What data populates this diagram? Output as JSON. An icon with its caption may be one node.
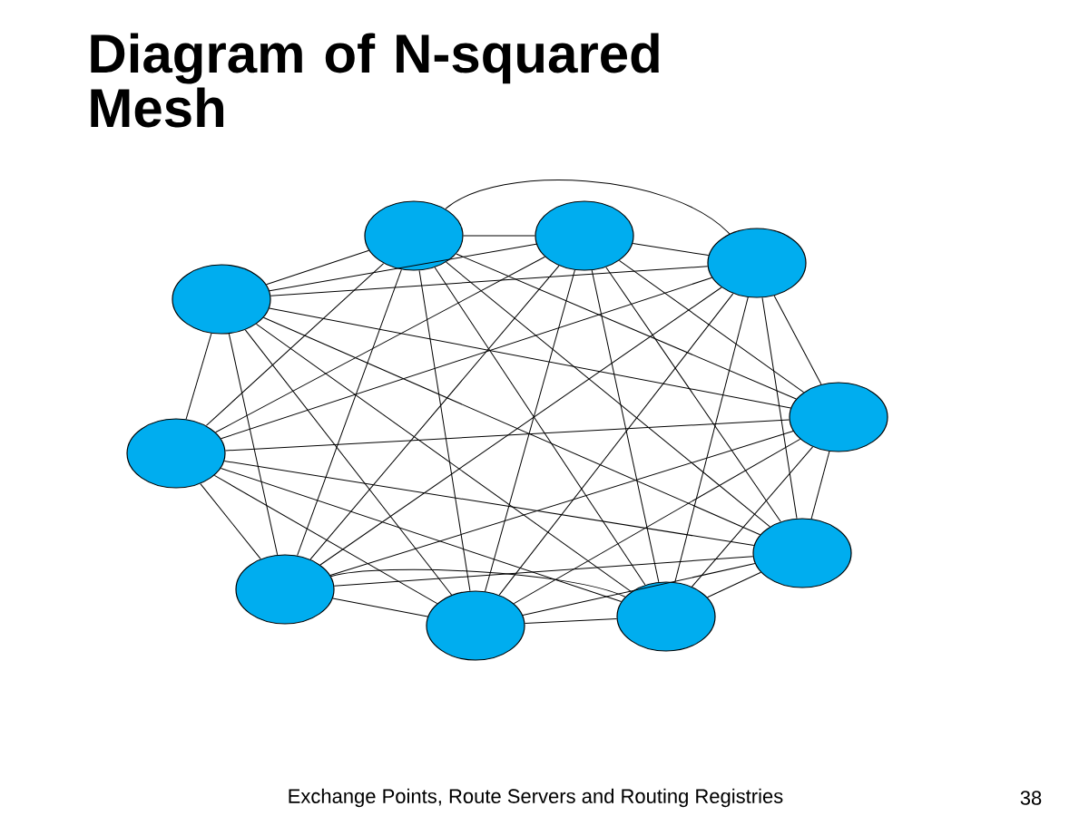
{
  "diagram": {
    "title": "Diagram of N-squared Mesh",
    "nodes": [
      {
        "text": [],
        "shape": "ellipse"
      },
      {
        "text": [],
        "shape": "ellipse"
      },
      {
        "text": [],
        "shape": "ellipse"
      },
      {
        "text": [],
        "shape": "ellipse"
      },
      {
        "text": [],
        "shape": "ellipse"
      },
      {
        "text": [],
        "shape": "ellipse"
      },
      {
        "text": [],
        "shape": "ellipse"
      },
      {
        "text": [],
        "shape": "ellipse"
      },
      {
        "text": [],
        "shape": "ellipse"
      },
      {
        "text": [],
        "shape": "ellipse"
      }
    ],
    "edges": [
      {
        "from": 0,
        "to": 1,
        "arrow": "none"
      },
      {
        "from": 0,
        "to": 2,
        "arrow": "none"
      },
      {
        "from": 0,
        "to": 3,
        "arrow": "none"
      },
      {
        "from": 0,
        "to": 4,
        "arrow": "none"
      },
      {
        "from": 0,
        "to": 5,
        "arrow": "none"
      },
      {
        "from": 0,
        "to": 6,
        "arrow": "none"
      },
      {
        "from": 0,
        "to": 7,
        "arrow": "none"
      },
      {
        "from": 0,
        "to": 8,
        "arrow": "none"
      },
      {
        "from": 0,
        "to": 9,
        "arrow": "none"
      },
      {
        "from": 1,
        "to": 2,
        "arrow": "none"
      },
      {
        "from": 1,
        "to": 3,
        "arrow": "none"
      },
      {
        "from": 1,
        "to": 4,
        "arrow": "none"
      },
      {
        "from": 1,
        "to": 5,
        "arrow": "none"
      },
      {
        "from": 1,
        "to": 6,
        "arrow": "none"
      },
      {
        "from": 1,
        "to": 7,
        "arrow": "none"
      },
      {
        "from": 1,
        "to": 8,
        "arrow": "none"
      },
      {
        "from": 1,
        "to": 9,
        "arrow": "none"
      },
      {
        "from": 2,
        "to": 3,
        "arrow": "none"
      },
      {
        "from": 2,
        "to": 4,
        "arrow": "none"
      },
      {
        "from": 2,
        "to": 5,
        "arrow": "none"
      },
      {
        "from": 2,
        "to": 6,
        "arrow": "none"
      },
      {
        "from": 2,
        "to": 7,
        "arrow": "none"
      },
      {
        "from": 2,
        "to": 8,
        "arrow": "none"
      },
      {
        "from": 2,
        "to": 9,
        "arrow": "none"
      },
      {
        "from": 3,
        "to": 4,
        "arrow": "none"
      },
      {
        "from": 3,
        "to": 5,
        "arrow": "none"
      },
      {
        "from": 3,
        "to": 6,
        "arrow": "none"
      },
      {
        "from": 3,
        "to": 7,
        "arrow": "none"
      },
      {
        "from": 3,
        "to": 8,
        "arrow": "none"
      },
      {
        "from": 3,
        "to": 9,
        "arrow": "none"
      },
      {
        "from": 4,
        "to": 5,
        "arrow": "none"
      },
      {
        "from": 4,
        "to": 6,
        "arrow": "none"
      },
      {
        "from": 4,
        "to": 7,
        "arrow": "none"
      },
      {
        "from": 4,
        "to": 8,
        "arrow": "none"
      },
      {
        "from": 4,
        "to": 9,
        "arrow": "none"
      },
      {
        "from": 5,
        "to": 6,
        "arrow": "none"
      },
      {
        "from": 5,
        "to": 7,
        "arrow": "none"
      },
      {
        "from": 5,
        "to": 8,
        "arrow": "none"
      },
      {
        "from": 5,
        "to": 9,
        "arrow": "none"
      },
      {
        "from": 6,
        "to": 7,
        "arrow": "none"
      },
      {
        "from": 6,
        "to": 8,
        "arrow": "none"
      },
      {
        "from": 6,
        "to": 9,
        "arrow": "none"
      },
      {
        "from": 7,
        "to": 8,
        "arrow": "none"
      },
      {
        "from": 7,
        "to": 9,
        "arrow": "none"
      },
      {
        "from": 8,
        "to": 9,
        "arrow": "none"
      }
    ],
    "labels": [
      "Exchange Points, Route Servers and Routing Registries",
      "38"
    ]
  }
}
